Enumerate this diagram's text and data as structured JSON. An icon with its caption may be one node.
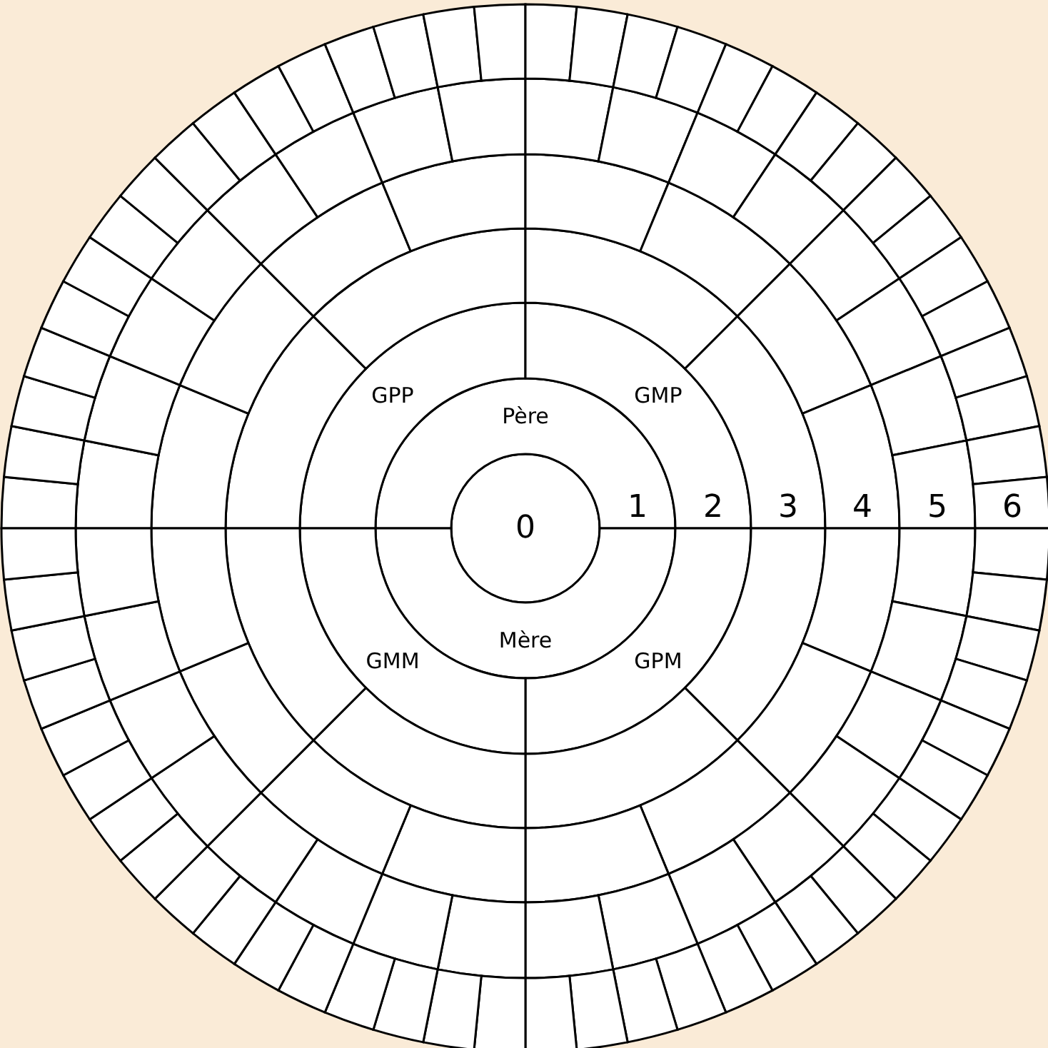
{
  "diagram": {
    "nodes": [
      {
        "text": [
          "0"
        ]
      },
      {
        "text": [
          "Père"
        ]
      },
      {
        "text": [
          "Mère"
        ]
      },
      {
        "text": [
          "GPP"
        ]
      },
      {
        "text": [
          "GMP"
        ]
      },
      {
        "text": [
          "GPM"
        ]
      },
      {
        "text": [
          "GMM"
        ]
      },
      {
        "text": [],
        "shape": "box"
      },
      {
        "text": [],
        "shape": "box"
      },
      {
        "text": [],
        "shape": "box"
      },
      {
        "text": [],
        "shape": "box"
      },
      {
        "text": [],
        "shape": "box"
      },
      {
        "text": [],
        "shape": "box"
      },
      {
        "text": [],
        "shape": "box"
      },
      {
        "text": [],
        "shape": "box"
      },
      {
        "text": [],
        "shape": "box"
      },
      {
        "text": [],
        "shape": "box"
      },
      {
        "text": [],
        "shape": "box"
      },
      {
        "text": [],
        "shape": "box"
      },
      {
        "text": [],
        "shape": "box"
      },
      {
        "text": [],
        "shape": "box"
      },
      {
        "text": [],
        "shape": "box"
      },
      {
        "text": [],
        "shape": "box"
      },
      {
        "text": [],
        "shape": "box"
      },
      {
        "text": [],
        "shape": "box"
      },
      {
        "text": [],
        "shape": "box"
      },
      {
        "text": [],
        "shape": "box"
      },
      {
        "text": [],
        "shape": "box"
      },
      {
        "text": [],
        "shape": "box"
      },
      {
        "text": [],
        "shape": "box"
      },
      {
        "text": [],
        "shape": "box"
      },
      {
        "text": [],
        "shape": "box"
      },
      {
        "text": [],
        "shape": "box"
      },
      {
        "text": [],
        "shape": "box"
      },
      {
        "text": [],
        "shape": "box"
      },
      {
        "text": [],
        "shape": "box"
      },
      {
        "text": [],
        "shape": "box"
      },
      {
        "text": [],
        "shape": "box"
      },
      {
        "text": [],
        "shape": "box"
      },
      {
        "text": [],
        "shape": "box"
      },
      {
        "text": [],
        "shape": "box"
      },
      {
        "text": [],
        "shape": "box"
      },
      {
        "text": [],
        "shape": "box"
      },
      {
        "text": [],
        "shape": "box"
      },
      {
        "text": [],
        "shape": "box"
      },
      {
        "text": [],
        "shape": "box"
      },
      {
        "text": [],
        "shape": "box"
      },
      {
        "text": [],
        "shape": "box"
      },
      {
        "text": [],
        "shape": "box"
      },
      {
        "text": [],
        "shape": "box"
      },
      {
        "text": [],
        "shape": "box"
      },
      {
        "text": [],
        "shape": "box"
      },
      {
        "text": [],
        "shape": "box"
      },
      {
        "text": [],
        "shape": "box"
      },
      {
        "text": [],
        "shape": "box"
      },
      {
        "text": [],
        "shape": "box"
      },
      {
        "text": [],
        "shape": "box"
      },
      {
        "text": [],
        "shape": "box"
      },
      {
        "text": [],
        "shape": "box"
      },
      {
        "text": [],
        "shape": "box"
      },
      {
        "text": [],
        "shape": "box"
      },
      {
        "text": [],
        "shape": "box"
      },
      {
        "text": [],
        "shape": "box"
      },
      {
        "text": [],
        "shape": "box"
      },
      {
        "text": [],
        "shape": "box"
      },
      {
        "text": [],
        "shape": "box"
      },
      {
        "text": [],
        "shape": "box"
      },
      {
        "text": [],
        "shape": "box"
      },
      {
        "text": [],
        "shape": "box"
      },
      {
        "text": [],
        "shape": "box"
      },
      {
        "text": [],
        "shape": "box"
      },
      {
        "text": [],
        "shape": "box"
      },
      {
        "text": [],
        "shape": "box"
      },
      {
        "text": [],
        "shape": "box"
      },
      {
        "text": [],
        "shape": "box"
      },
      {
        "text": [],
        "shape": "box"
      },
      {
        "text": [],
        "shape": "box"
      },
      {
        "text": [],
        "shape": "box"
      },
      {
        "text": [],
        "shape": "box"
      },
      {
        "text": [],
        "shape": "box"
      },
      {
        "text": [],
        "shape": "box"
      },
      {
        "text": [],
        "shape": "box"
      },
      {
        "text": [],
        "shape": "box"
      },
      {
        "text": [],
        "shape": "box"
      },
      {
        "text": [],
        "shape": "box"
      },
      {
        "text": [],
        "shape": "box"
      },
      {
        "text": [],
        "shape": "box"
      },
      {
        "text": [],
        "shape": "box"
      },
      {
        "text": [],
        "shape": "box"
      },
      {
        "text": [],
        "shape": "box"
      },
      {
        "text": [],
        "shape": "box"
      },
      {
        "text": [],
        "shape": "box"
      },
      {
        "text": [],
        "shape": "box"
      },
      {
        "text": [],
        "shape": "box"
      },
      {
        "text": [],
        "shape": "box"
      },
      {
        "text": [],
        "shape": "box"
      },
      {
        "text": [],
        "shape": "box"
      },
      {
        "text": [],
        "shape": "box"
      },
      {
        "text": [],
        "shape": "box"
      },
      {
        "text": [],
        "shape": "box"
      },
      {
        "text": [],
        "shape": "box"
      },
      {
        "text": [],
        "shape": "box"
      },
      {
        "text": [],
        "shape": "box"
      },
      {
        "text": [],
        "shape": "box"
      },
      {
        "text": [],
        "shape": "box"
      },
      {
        "text": [],
        "shape": "box"
      },
      {
        "text": [],
        "shape": "box"
      },
      {
        "text": [],
        "shape": "box"
      },
      {
        "text": [],
        "shape": "box"
      },
      {
        "text": [],
        "shape": "box"
      },
      {
        "text": [],
        "shape": "box"
      },
      {
        "text": [],
        "shape": "box"
      },
      {
        "text": [],
        "shape": "box"
      },
      {
        "text": [],
        "shape": "box"
      },
      {
        "text": [],
        "shape": "box"
      },
      {
        "text": [],
        "shape": "box"
      },
      {
        "text": [],
        "shape": "box"
      },
      {
        "text": [],
        "shape": "box"
      },
      {
        "text": [],
        "shape": "box"
      },
      {
        "text": [],
        "shape": "box"
      },
      {
        "text": [],
        "shape": "box"
      },
      {
        "text": [],
        "shape": "box"
      },
      {
        "text": [],
        "shape": "box"
      },
      {
        "text": [],
        "shape": "box"
      },
      {
        "text": [],
        "shape": "box"
      },
      {
        "text": [],
        "shape": "box"
      },
      {
        "text": [],
        "shape": "box"
      }
    ],
    "edges": [],
    "labels": [
      "1",
      "2",
      "3",
      "4",
      "5",
      "6"
    ]
  }
}
